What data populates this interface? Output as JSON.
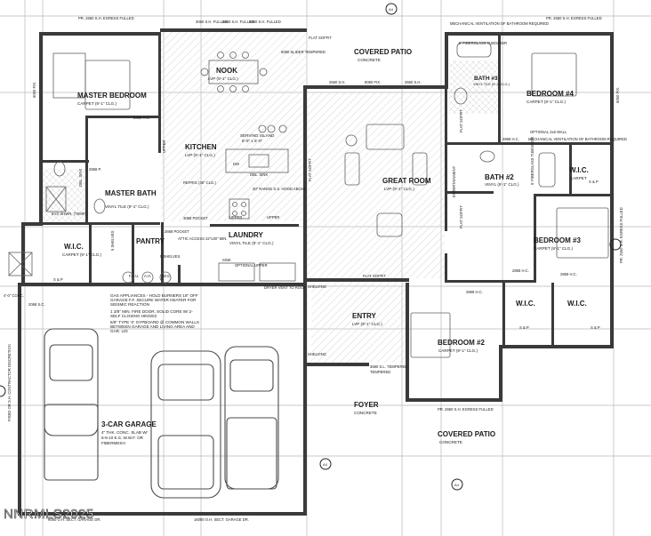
{
  "rooms": {
    "nook": {
      "name": "NOOK",
      "spec": "LVP (9'-1\" CLG.)"
    },
    "master_bedroom": {
      "name": "MASTER BEDROOM",
      "spec": "CARPET (9'-1\" CLG.)"
    },
    "kitchen": {
      "name": "KITCHEN",
      "spec": "LVP (9'-1\" CLG.)"
    },
    "serving_island": {
      "name": "SERVING ISLAND",
      "spec": "8'-6\" x 5'-0\""
    },
    "master_bath": {
      "name": "MASTER BATH",
      "spec": "VINYL TILE (9'-1\" CLG.)"
    },
    "wic_master": {
      "name": "W.I.C.",
      "spec": "CARPET (9'-1\" CLG.)"
    },
    "pantry": {
      "name": "PANTRY"
    },
    "laundry": {
      "name": "LAUNDRY",
      "spec": "VINYL TILE (9'-1\" CLG.)"
    },
    "great_room": {
      "name": "GREAT ROOM",
      "spec": "LVP (9'-1\" CLG.)"
    },
    "covered_patio_north": {
      "name": "COVERED PATIO",
      "spec": "CONCRETE"
    },
    "bath3": {
      "name": "BATH #3",
      "spec": "VINYL TILE (9'-1\" CLG.)"
    },
    "bedroom4": {
      "name": "BEDROOM #4",
      "spec": "CARPET (9'-1\" CLG.)"
    },
    "bath2": {
      "name": "BATH #2",
      "spec": "VINYL (9'-1\" CLG.)"
    },
    "wic_b4": {
      "name": "W.I.C.",
      "spec": "CARPET"
    },
    "bedroom3": {
      "name": "BEDROOM #3",
      "spec": "CARPET (9'-1\" CLG.)"
    },
    "wic_b3a": {
      "name": "W.I.C."
    },
    "wic_b3b": {
      "name": "W.I.C."
    },
    "entry": {
      "name": "ENTRY",
      "spec": "LVP (9'-1\" CLG.)"
    },
    "bedroom2": {
      "name": "BEDROOM #2",
      "spec": "CARPET (9'-1\" CLG.)"
    },
    "foyer": {
      "name": "FOYER",
      "spec": "CONCRETE"
    },
    "covered_patio_south": {
      "name": "COVERED PATIO",
      "spec": "CONCRETE"
    },
    "garage": {
      "name": "3-CAR GARAGE",
      "spec1": "4\" THK. CONC. SLAB W/",
      "spec2": "6-6-10 E.S. W.W.F. OR",
      "spec3": "FIBERMESH"
    }
  },
  "windows": {
    "w_master_top": "PR. 2660 S.H. EGRESS FULLED",
    "w_nook_1": "3060 S.H. FULLED",
    "w_nook_2": "3060 S.H. FULLED",
    "w_nook_3": "3060 S.H. FULLED",
    "w_b4_top": "PR. 2660 S.H. EGRESS FULLED",
    "w_master_left": "5060 FIX.",
    "w_gr_1": "2660 S.H.",
    "w_gr_2": "8060 FIX.",
    "w_gr_3": "2660 S.H.",
    "w_b4_right": "5060 FIX.",
    "w_b3_right": "PR. 2660 S.H. EGRESS FULLED",
    "w_b2_bottom": "PR. 2660 S.H. EGRESS FULLED",
    "w_nook_door": "5080 SLIDER TEMPERED"
  },
  "dims": {
    "mb_hc": "2868 H.C.",
    "b4_hc": "2868 H.C.",
    "b3_hc": "2868 H.C.",
    "b2_hc": "2868 H.C.",
    "mb_door": "2868 P.",
    "pantry_pocket": "2668 POCKET",
    "laundry_pocket": "3068 POCKET",
    "entry_door": "3680 S.L. TEMPERED",
    "garage_door_1": "9080 O.H. SECT. GARAGE DR.",
    "garage_door_2": "16080 O.H. SECT. GARAGE DR.",
    "shelves_5": "5 SHELVES",
    "shelves_5b": "5 SHELVES",
    "sp": "S & P",
    "sp2": "S & P",
    "sp3": "S & P",
    "sp4": "S & P",
    "refrig": "REFRIG (36\" CLG.)",
    "range": "30\" RANGE S.S. HOOD ABOVE",
    "dw": "DW",
    "dbl_sink": "DBL. SINK",
    "upper": "UPPER",
    "upper2": "UPPER",
    "upper3": "UPPER",
    "sink": "SINK",
    "optional_upper": "OPTIONAL UPPER",
    "attic": "ATTIC ACCESS 22\"x30\" MIN.",
    "dryer_vent": "DRYER VENT TO ROOF",
    "flat_soffit_1": "FLAT SOFFIT",
    "flat_soffit_2": "FLAT SOFFIT",
    "flat_soffit_3": "FLAT SOFFIT",
    "flat_soffit_4": "FLAT SOFFIT",
    "flat_soffit_5": "FLAT SOFFIT",
    "fau": "F.A.U.",
    "ah": "A.H.",
    "ws": "W.S.",
    "entertainment": "ENTERTAINMENT",
    "shelving": "SHELVING",
    "shelving2": "SHELVING",
    "tub_2": "5' FIBERGLASS TUB/SHWR",
    "tub_3": "5' FIBERGLASS TUB/SHWR",
    "shower": "5'x3' SHWR. (TEMP)",
    "dbl_sink_master": "DBL. SINK",
    "mech_bath3": "MECHANICAL VENTILATION OF BATHROOM REQUIRED",
    "mech_bath2": "MECHANICAL VENTILATION OF BATHROOM REQUIRED",
    "optional_wall": "OPTIONAL 2x6 WALL",
    "garage_side_door": "2068 S.C.",
    "closet_1": "2868 H.C.",
    "tempered": "TEMPERED"
  },
  "notes": {
    "gas_appliances": "GAS APPLIANCES - HOLD BURNERS 18\" OFF GARAGE F.F. SECURE WATER HEATER FOR SEISMIC REACTION",
    "fire_door": "1 3/8\" MIN. FIRE DOOR, SOLID CORE W/ 2-SELF CLOSING HINGES",
    "type_x": "5/8\" TYPE 'X' GYPBOARD @ COMMON WALLS BETWEEN GARAGE AND LIVING AREA AND GAR. LID",
    "side_note": "FIXED OR S.H. CONTRACTOR DISCRETION",
    "side_conc": "4'-0\" CONC."
  },
  "markers": {
    "top": "A4",
    "bottom": "A4",
    "mid": "A4"
  },
  "watermark": "NNRMLS2025",
  "colors": {
    "wall": "#3a3a3a",
    "grid": "#b9b9b9",
    "paper": "#ffffff"
  }
}
